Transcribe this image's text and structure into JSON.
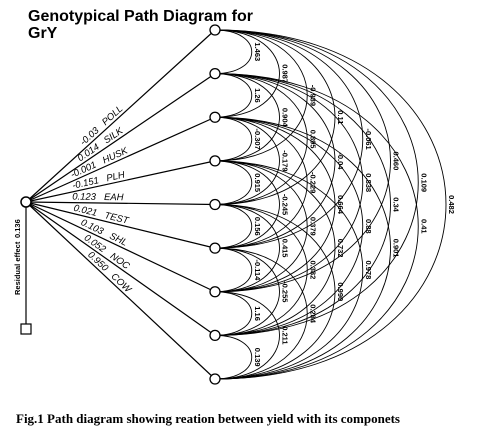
{
  "title_line1": "Genotypical Path Diagram for",
  "title_line2": "GrY",
  "caption": "Fig.1 Path diagram  showing  reation between yield  with its componets",
  "residual": {
    "label": "Residual effect",
    "value": "0.136"
  },
  "traits": [
    {
      "name": "POLL",
      "direct": "-0.03"
    },
    {
      "name": "SILK",
      "direct": "0.014"
    },
    {
      "name": "HUSK",
      "direct": "-0.001"
    },
    {
      "name": "PLH",
      "direct": "-0.151"
    },
    {
      "name": "EAH",
      "direct": "0.123"
    },
    {
      "name": "TEST",
      "direct": "0.021"
    },
    {
      "name": "SHL",
      "direct": "0.103"
    },
    {
      "name": "NOC",
      "direct": "0.052"
    },
    {
      "name": "COW",
      "direct": "0.950"
    }
  ],
  "correlations": [
    [
      "1.463",
      "0.987",
      "-0.939",
      "0.11",
      "-0.061",
      "0.460",
      "0.109",
      "0.482"
    ],
    [
      "1.26",
      "0.904",
      "0.895",
      "-0.04",
      "0.838",
      "0.34",
      "0.41"
    ],
    [
      "-0.307",
      "-0.179",
      "-0.229",
      "0.664",
      "0.88",
      "0.901"
    ],
    [
      "0.915",
      "-0.245",
      "0.379",
      "0.732",
      "0.978"
    ],
    [
      "0.156",
      "0.415",
      "0.382",
      "0.990"
    ],
    [
      "-0.114",
      "-0.255",
      "0.284"
    ],
    [
      "1.16",
      "0.211"
    ],
    [
      "0.139"
    ]
  ]
}
